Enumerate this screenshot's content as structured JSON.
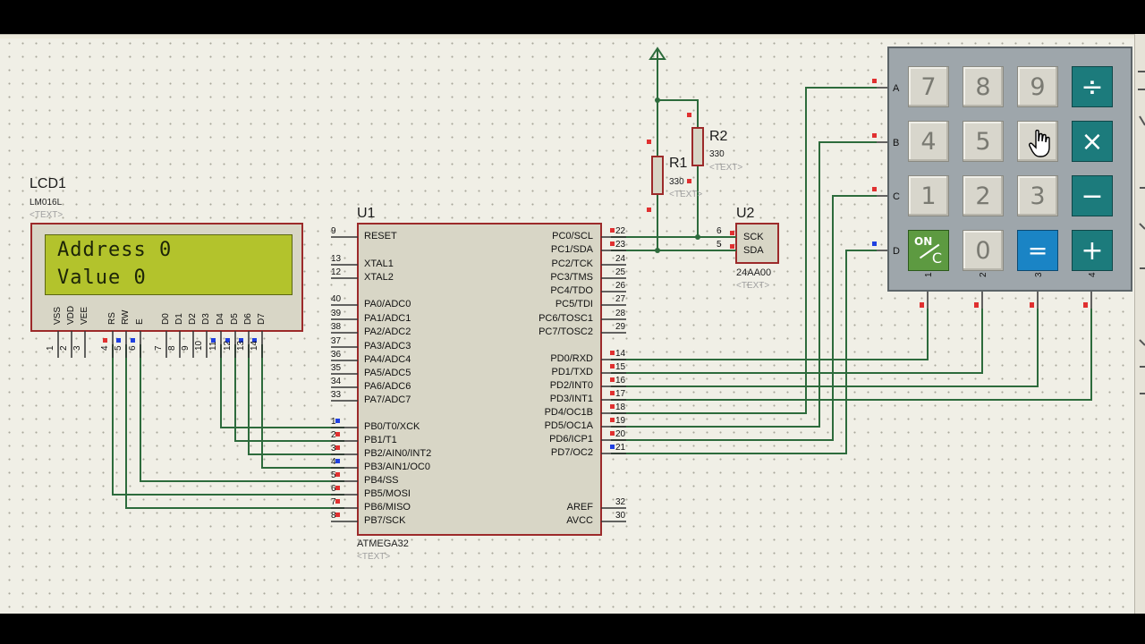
{
  "lcd": {
    "ref": "LCD1",
    "part": "LM016L",
    "text_placeholder": "<TEXT>",
    "line1": "Address 0",
    "line2": "Value 0",
    "pin_names": [
      "VSS",
      "VDD",
      "VEE",
      "RS",
      "RW",
      "E",
      "D0",
      "D1",
      "D2",
      "D3",
      "D4",
      "D5",
      "D6",
      "D7"
    ],
    "pin_numbers": [
      "1",
      "2",
      "3",
      "4",
      "5",
      "6",
      "7",
      "8",
      "9",
      "10",
      "11",
      "12",
      "13",
      "14"
    ]
  },
  "mcu": {
    "ref": "U1",
    "part": "ATMEGA32",
    "text_placeholder": "<TEXT>",
    "left_pins": [
      {
        "num": "9",
        "name": "RESET"
      },
      {
        "num": "13",
        "name": "XTAL1"
      },
      {
        "num": "12",
        "name": "XTAL2"
      },
      {
        "num": "40",
        "name": "PA0/ADC0"
      },
      {
        "num": "39",
        "name": "PA1/ADC1"
      },
      {
        "num": "38",
        "name": "PA2/ADC2"
      },
      {
        "num": "37",
        "name": "PA3/ADC3"
      },
      {
        "num": "36",
        "name": "PA4/ADC4"
      },
      {
        "num": "35",
        "name": "PA5/ADC5"
      },
      {
        "num": "34",
        "name": "PA6/ADC6"
      },
      {
        "num": "33",
        "name": "PA7/ADC7"
      },
      {
        "num": "1",
        "name": "PB0/T0/XCK"
      },
      {
        "num": "2",
        "name": "PB1/T1"
      },
      {
        "num": "3",
        "name": "PB2/AIN0/INT2"
      },
      {
        "num": "4",
        "name": "PB3/AIN1/OC0"
      },
      {
        "num": "5",
        "name": "PB4/SS"
      },
      {
        "num": "6",
        "name": "PB5/MOSI"
      },
      {
        "num": "7",
        "name": "PB6/MISO"
      },
      {
        "num": "8",
        "name": "PB7/SCK"
      }
    ],
    "right_pins": [
      {
        "num": "22",
        "name": "PC0/SCL"
      },
      {
        "num": "23",
        "name": "PC1/SDA"
      },
      {
        "num": "24",
        "name": "PC2/TCK"
      },
      {
        "num": "25",
        "name": "PC3/TMS"
      },
      {
        "num": "26",
        "name": "PC4/TDO"
      },
      {
        "num": "27",
        "name": "PC5/TDI"
      },
      {
        "num": "28",
        "name": "PC6/TOSC1"
      },
      {
        "num": "29",
        "name": "PC7/TOSC2"
      },
      {
        "num": "14",
        "name": "PD0/RXD"
      },
      {
        "num": "15",
        "name": "PD1/TXD"
      },
      {
        "num": "16",
        "name": "PD2/INT0"
      },
      {
        "num": "17",
        "name": "PD3/INT1"
      },
      {
        "num": "18",
        "name": "PD4/OC1B"
      },
      {
        "num": "19",
        "name": "PD5/OC1A"
      },
      {
        "num": "20",
        "name": "PD6/ICP1"
      },
      {
        "num": "21",
        "name": "PD7/OC2"
      },
      {
        "num": "32",
        "name": "AREF"
      },
      {
        "num": "30",
        "name": "AVCC"
      }
    ]
  },
  "eeprom": {
    "ref": "U2",
    "part": "24AA00",
    "text_placeholder": "<TEXT>",
    "pins": [
      {
        "num": "6",
        "name": "SCK"
      },
      {
        "num": "5",
        "name": "SDA"
      }
    ]
  },
  "resistors": [
    {
      "ref": "R1",
      "value": "330",
      "text_placeholder": "<TEXT>"
    },
    {
      "ref": "R2",
      "value": "330",
      "text_placeholder": "<TEXT>"
    }
  ],
  "keypad": {
    "row_labels": [
      "A",
      "B",
      "C",
      "D"
    ],
    "col_labels": [
      "1",
      "2",
      "3",
      "4"
    ],
    "keys": [
      "7",
      "8",
      "9",
      "÷",
      "4",
      "5",
      "",
      "×",
      "1",
      "2",
      "3",
      "−",
      "ON/C",
      "0",
      "=",
      "+"
    ]
  },
  "colors": {
    "wire": "#2d6b3c",
    "component_outline": "#9c2a2a",
    "component_fill": "#d8d6c6",
    "pin_red": "#e03030",
    "pin_blue": "#2040e0",
    "lcd_screen": "#b3c32c"
  },
  "icons": [
    "power-terminal-arrow-icon",
    "hand-cursor-icon"
  ]
}
